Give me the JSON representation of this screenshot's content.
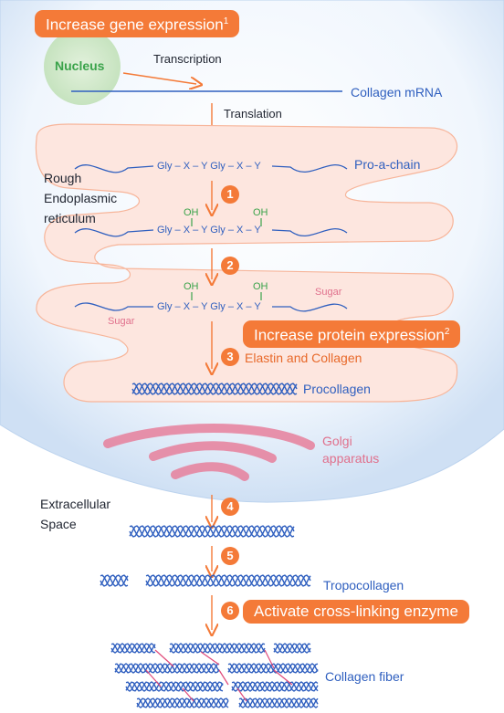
{
  "banners": {
    "gene": "Increase gene expression",
    "gene_sup": "1",
    "protein": "Increase protein expression",
    "protein_sup": "2",
    "enzyme": "Activate cross-linking enzyme"
  },
  "labels": {
    "nucleus": "Nucleus",
    "transcription": "Transcription",
    "mrna": "Collagen mRNA",
    "translation": "Translation",
    "pro_chain": "Pro-a-chain",
    "rough": "Rough",
    "endoplasmic": "Endoplasmic",
    "reticulum": "reticulum",
    "sugar": "Sugar",
    "elastin": "Elastin and Collagen",
    "procollagen": "Procollagen",
    "golgi1": "Golgi",
    "golgi2": "apparatus",
    "extracellular1": "Extracellular",
    "extracellular2": "Space",
    "tropocollagen": "Tropocollagen",
    "fiber": "Collagen fiber"
  },
  "peptide": {
    "sequence": "Gly – X – Y Gly – X – Y",
    "oh": "OH"
  },
  "steps": [
    "1",
    "2",
    "3",
    "4",
    "5",
    "6"
  ],
  "colors": {
    "accent": "#f47a38",
    "strand": "#2f5fbf",
    "label_blue": "#2f5fbf",
    "er_fill": "#fde6df",
    "golgi": "#e67f9b",
    "nucleus": "#cfe8c9",
    "crosslink": "#e04a7a"
  }
}
